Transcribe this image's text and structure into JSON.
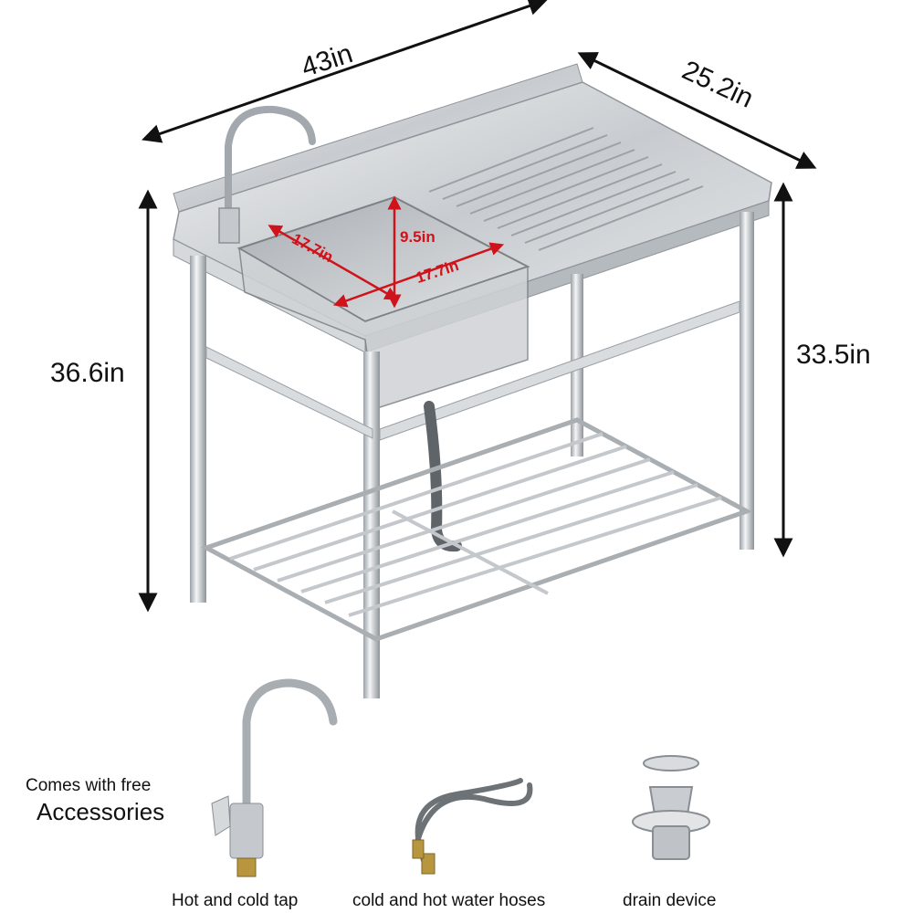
{
  "dimensions": {
    "width": "43in",
    "depth": "25.2in",
    "height_total": "36.6in",
    "height_counter": "33.5in",
    "basin_length": "17.7in",
    "basin_width": "17.7in",
    "basin_depth": "9.5in"
  },
  "accessories": {
    "intro_line1": "Comes with free",
    "intro_line2": "Accessories",
    "items": [
      {
        "label": "Hot and cold tap",
        "icon": "faucet-icon"
      },
      {
        "label": "cold and hot water hoses",
        "icon": "hose-icon"
      },
      {
        "label": "drain device",
        "icon": "drain-strainer-icon"
      }
    ]
  },
  "colors": {
    "dimension_red": "#d0121a",
    "steel": "#c9cdd1"
  }
}
